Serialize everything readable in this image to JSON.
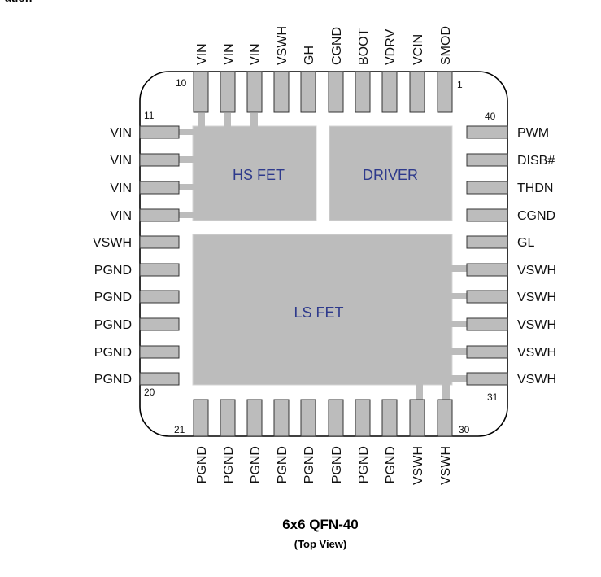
{
  "header_fragment": "ation",
  "colors": {
    "pad_fill": "#bcbcbc",
    "pad_stroke": "#333333",
    "block_label": "#2e3a8c",
    "outline": "#000000"
  },
  "package": {
    "top_pins": [
      "VIN",
      "VIN",
      "VIN",
      "VSWH",
      "GH",
      "CGND",
      "BOOT",
      "VDRV",
      "VCIN",
      "SMOD"
    ],
    "left_pins": [
      "VIN",
      "VIN",
      "VIN",
      "VIN",
      "VSWH",
      "PGND",
      "PGND",
      "PGND",
      "PGND",
      "PGND"
    ],
    "right_pins": [
      "PWM",
      "DISB#",
      "THDN",
      "CGND",
      "GL",
      "VSWH",
      "VSWH",
      "VSWH",
      "VSWH",
      "VSWH"
    ],
    "bottom_pins": [
      "PGND",
      "PGND",
      "PGND",
      "PGND",
      "PGND",
      "PGND",
      "PGND",
      "PGND",
      "VSWH",
      "VSWH"
    ],
    "pin_numbers": {
      "top_left": "10",
      "top_right": "1",
      "left_top": "11",
      "left_bottom": "20",
      "bottom_left": "21",
      "bottom_right": "30",
      "right_top": "40",
      "right_bottom": "31"
    },
    "blocks": {
      "hs_fet": "HS FET",
      "driver": "DRIVER",
      "ls_fet": "LS FET"
    }
  },
  "caption": {
    "title": "6x6 QFN-40",
    "subtitle": "(Top View)"
  }
}
